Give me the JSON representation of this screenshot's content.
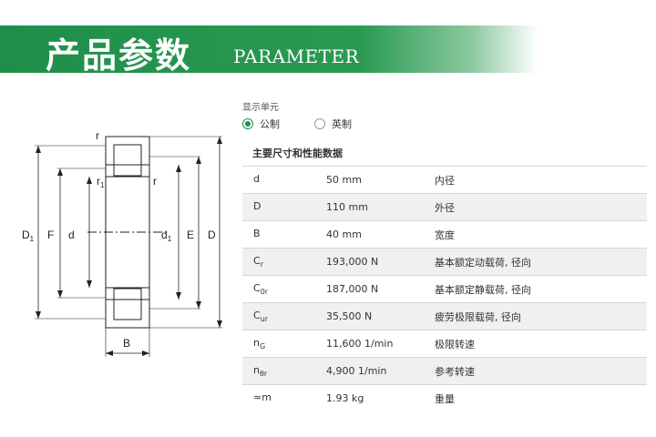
{
  "banner": {
    "title_cn": "产品参数",
    "title_en": "PARAMETER"
  },
  "units": {
    "label": "显示单元",
    "metric": "公制",
    "imperial": "英制",
    "selected": "metric"
  },
  "specs": {
    "title": "主要尺寸和性能数据",
    "rows": [
      {
        "sym": "d",
        "sub": "",
        "val": "50 mm",
        "desc": "内径"
      },
      {
        "sym": "D",
        "sub": "",
        "val": "110 mm",
        "desc": "外径"
      },
      {
        "sym": "B",
        "sub": "",
        "val": "40 mm",
        "desc": "宽度"
      },
      {
        "sym": "C",
        "sub": "r",
        "val": "193,000 N",
        "desc": "基本额定动载荷, 径向"
      },
      {
        "sym": "C",
        "sub": "0r",
        "val": "187,000 N",
        "desc": "基本额定静载荷, 径向"
      },
      {
        "sym": "C",
        "sub": "ur",
        "val": "35,500 N",
        "desc": "疲劳极限载荷, 径向"
      },
      {
        "sym": "n",
        "sub": "G",
        "val": "11,600 1/min",
        "desc": "极限转速"
      },
      {
        "sym": "n",
        "sub": "θr",
        "val": "4,900 1/min",
        "desc": "参考转速"
      },
      {
        "sym": "≈m",
        "sub": "",
        "val": "1.93 kg",
        "desc": "重量"
      }
    ]
  },
  "drawing": {
    "r_top": "r",
    "r1": "r",
    "r1_sub": "1",
    "r_right": "r",
    "D1": "D",
    "D1_sub": "1",
    "F": "F",
    "d": "d",
    "d1": "d",
    "d1_sub": "1",
    "E": "E",
    "D": "D",
    "B": "B"
  }
}
